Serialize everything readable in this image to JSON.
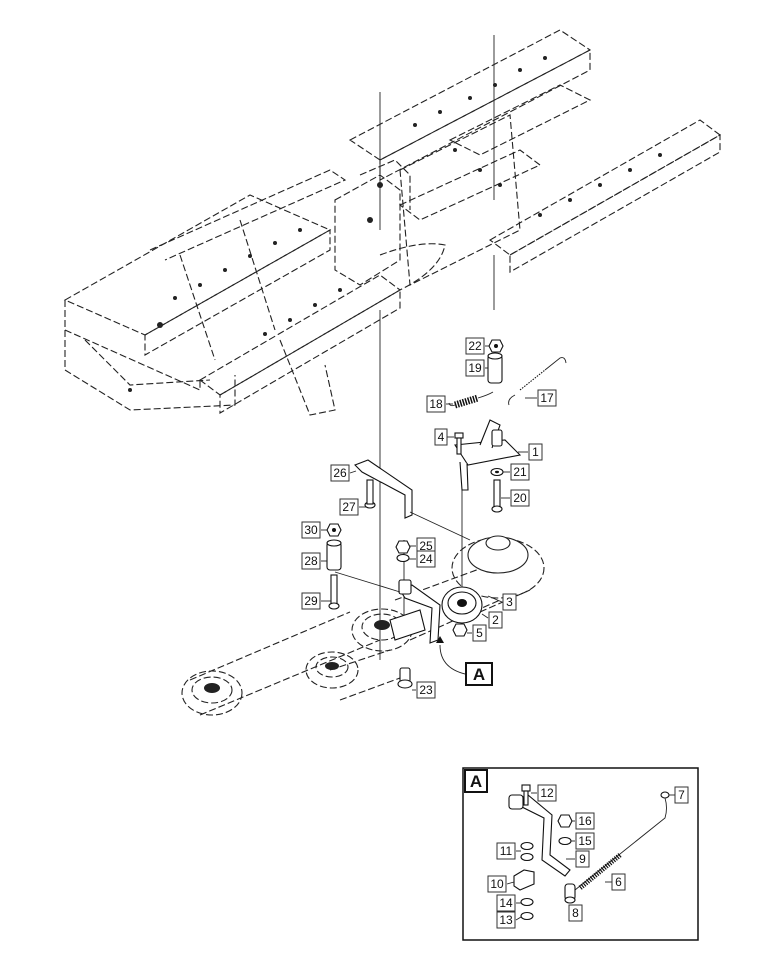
{
  "callouts": {
    "c1": "1",
    "c2": "2",
    "c3": "3",
    "c4": "4",
    "c5": "5",
    "c6": "6",
    "c7": "7",
    "c8": "8",
    "c9": "9",
    "c10": "10",
    "c11": "11",
    "c12": "12",
    "c13": "13",
    "c14": "14",
    "c15": "15",
    "c16": "16",
    "c17": "17",
    "c18": "18",
    "c19": "19",
    "c20": "20",
    "c21": "21",
    "c22": "22",
    "c23": "23",
    "c24": "24",
    "c25": "25",
    "c26": "26",
    "c27": "27",
    "c28": "28",
    "c29": "29",
    "c30": "30"
  },
  "detail": {
    "pointer_label": "A",
    "inset_label": "A"
  }
}
